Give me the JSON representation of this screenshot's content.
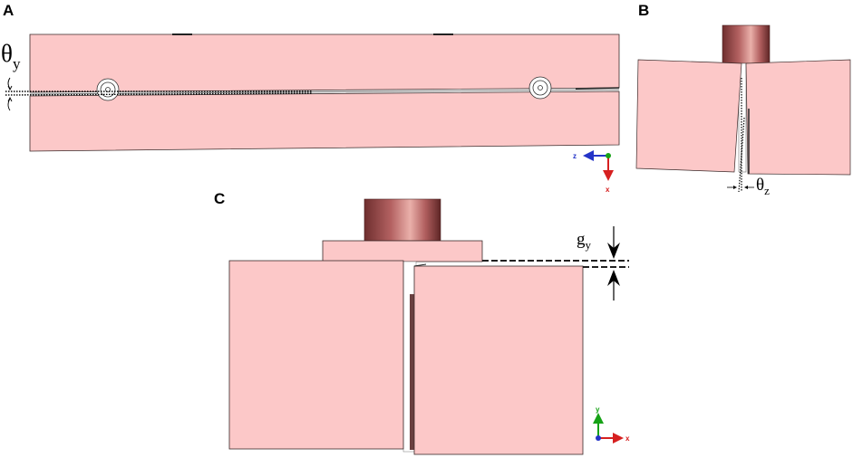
{
  "panels": {
    "a": {
      "letter": "A",
      "angle_symbol": "θ",
      "angle_subscript": "y"
    },
    "b": {
      "letter": "B",
      "angle_symbol": "θ",
      "angle_subscript": "z"
    },
    "c": {
      "letter": "C",
      "gap_symbol": "g",
      "gap_subscript": "y"
    }
  },
  "triads": {
    "a": {
      "horizontal": "z",
      "vertical": "x"
    },
    "c": {
      "horizontal": "x",
      "vertical": "y"
    }
  },
  "colors": {
    "block_fill": "#fcc8c8",
    "block_edge": "#3a2a2a",
    "cylinder_dark": "#6e2e2e",
    "cylinder_light": "#e9a9a4",
    "axis_x": "#d62020",
    "axis_y": "#16a216",
    "axis_z": "#2434c8"
  }
}
